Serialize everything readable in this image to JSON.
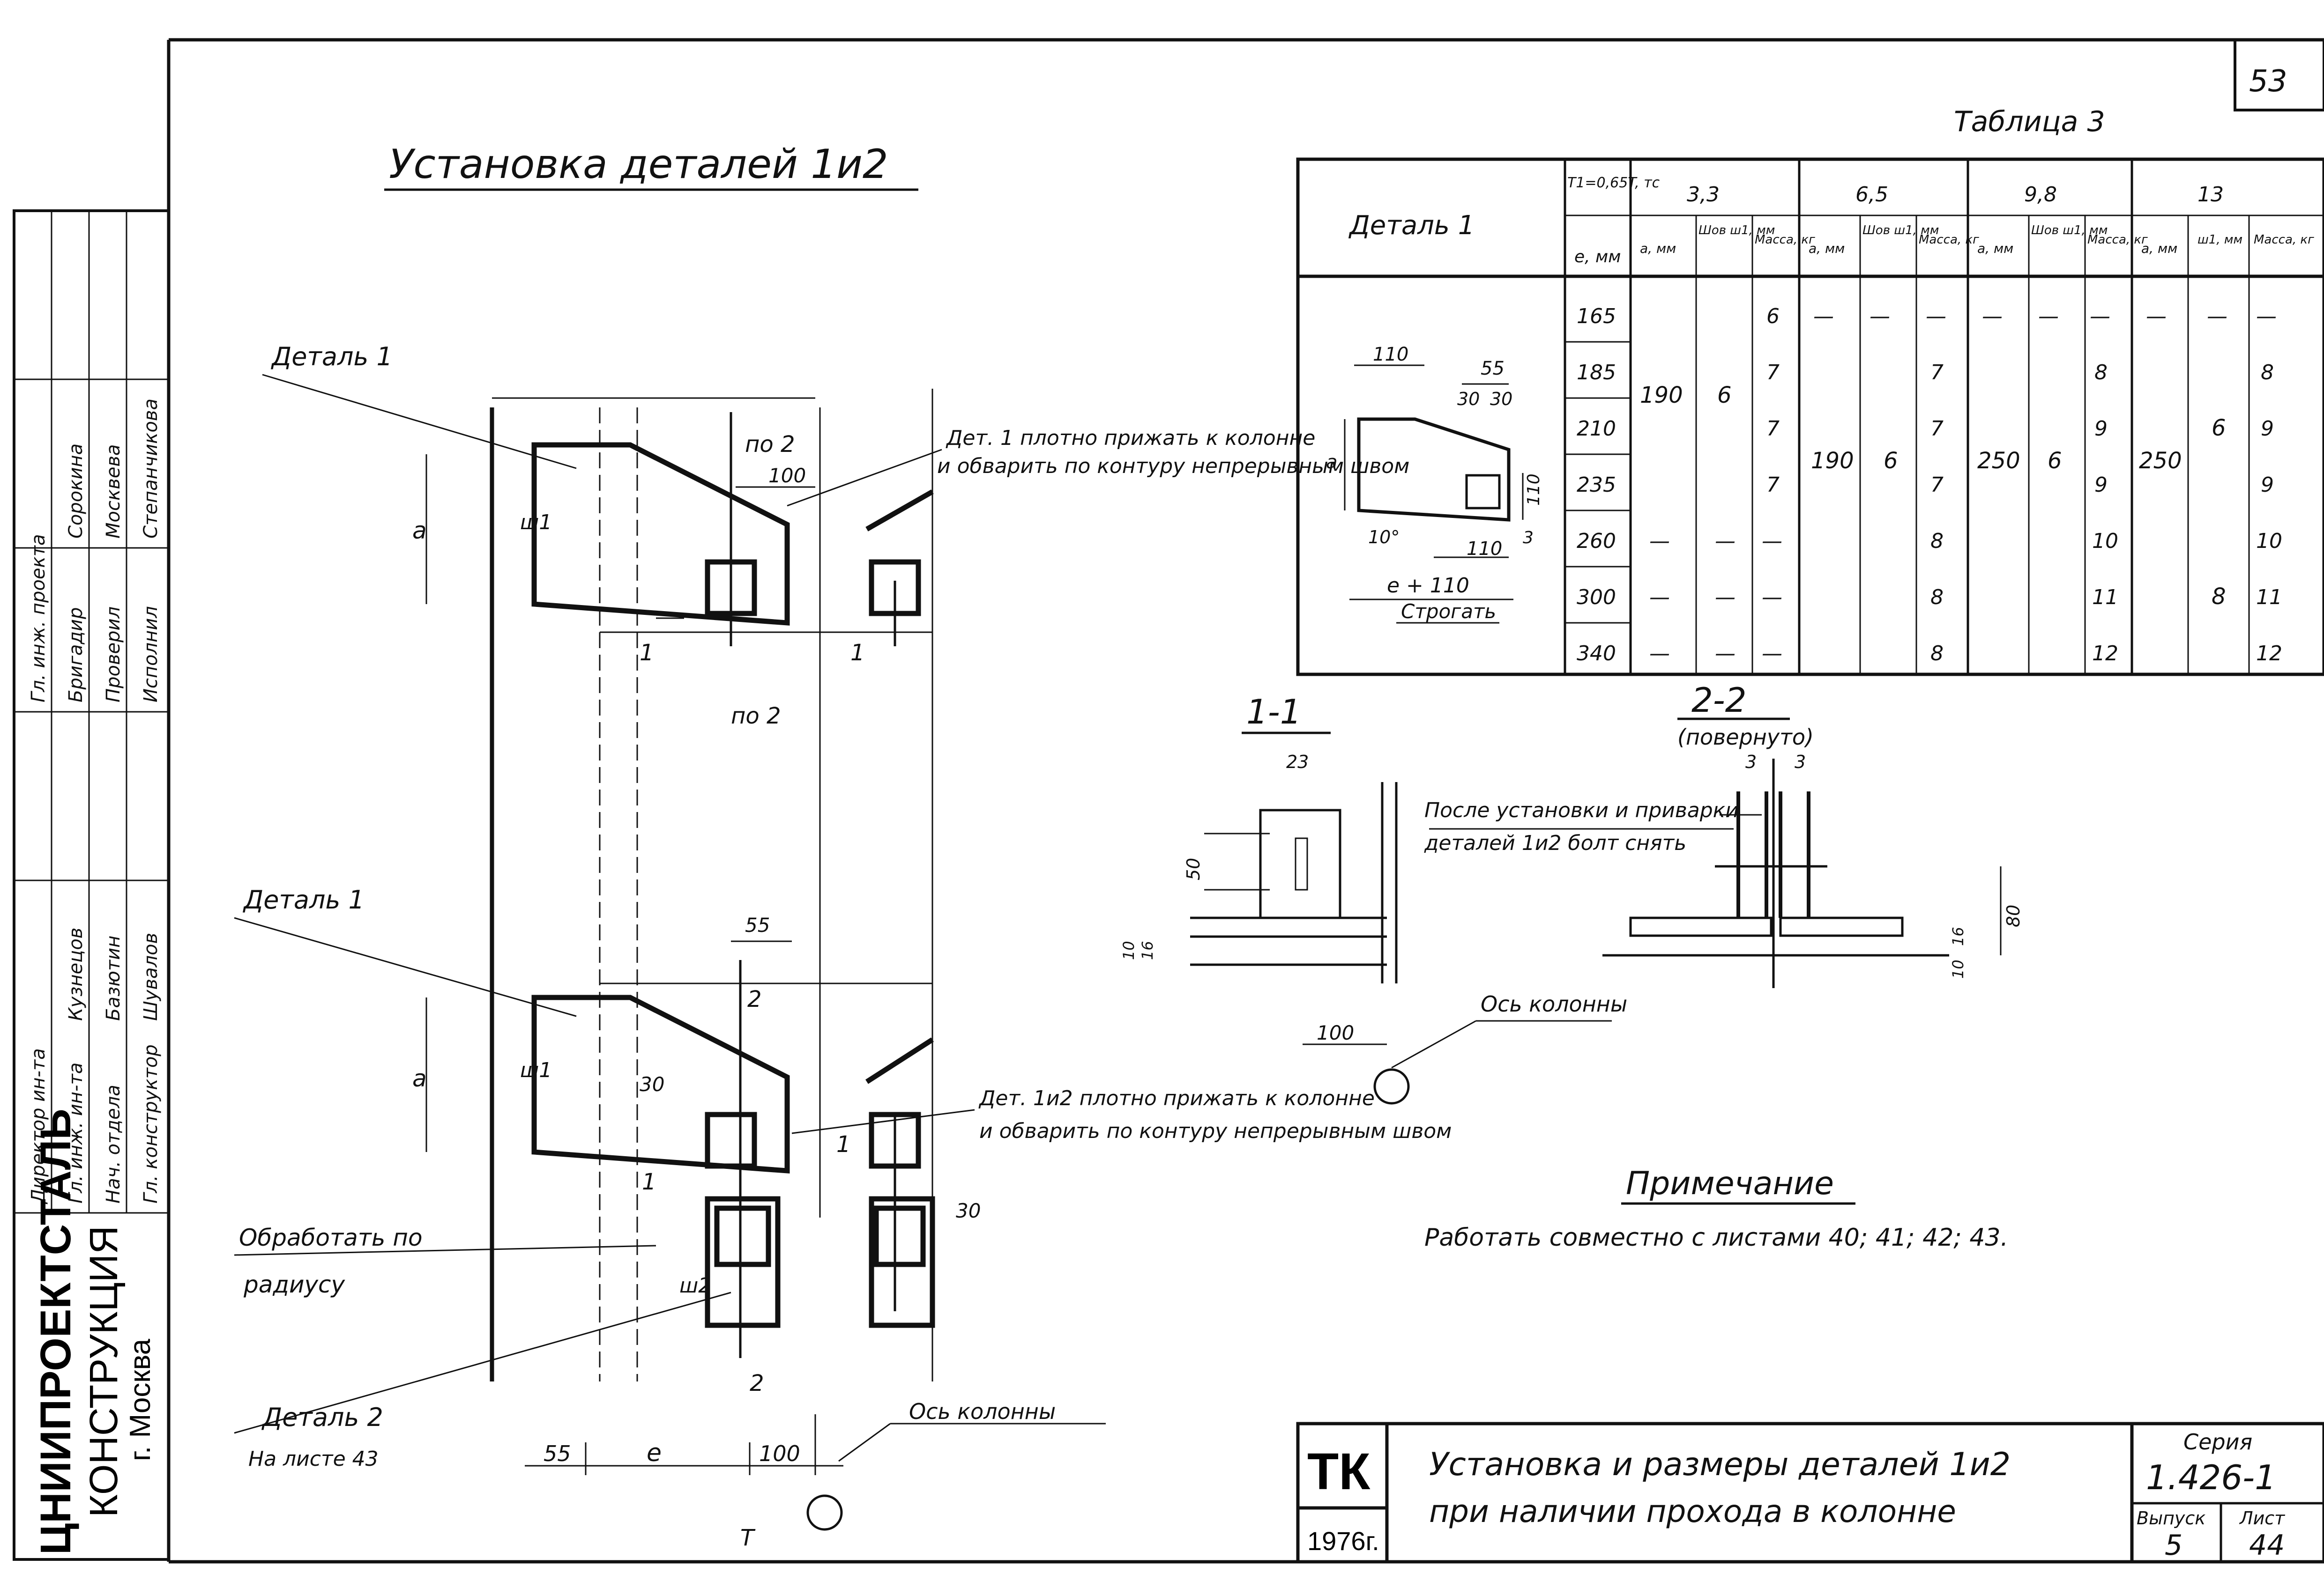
{
  "sheet": {
    "page_number": "53",
    "main_title": "Установка деталей 1и2",
    "table_caption": "Таблица 3"
  },
  "side_stamp": {
    "roles": [
      "Директор ин-та",
      "Гл. инж. ин-та",
      "Нач. отдела",
      "Гл. конструктор",
      "Гл. инж. проекта",
      "Бригадир",
      "Проверил",
      "Исполнил"
    ],
    "names": [
      "Кузнецов",
      "Базютин",
      "Шувалов",
      "Сорокина",
      "Москвева",
      "Степанчикова"
    ],
    "org_line1": "ЦНИИПРОЕКТСТАЛЬ",
    "org_line2": "КОНСТРУКЦИЯ",
    "org_line3": "г. Москва"
  },
  "drawing": {
    "label_detail1_top": "Деталь 1",
    "label_detail1_bottom": "Деталь 1",
    "label_detail2": "Деталь 2",
    "label_detail2_ref": "На листе 43",
    "section_po2_top": "по 2",
    "section_po2_bottom": "по 2",
    "note_press_1": "Дет. 1 плотно прижать к колонне",
    "note_weld_1": "и обварить по контуру непрерывным швом",
    "note_press_12": "Дет. 1и2 плотно прижать к колонне",
    "note_weld_12": "и обварить по контуру непрерывным швом",
    "note_radius_1": "Обработать по",
    "note_radius_2": "радиусу",
    "axis_label_bottom": "Ось колонны",
    "dim_a": "а",
    "dim_w1": "ш1",
    "dim_w2": "ш2",
    "dim_100_top": "100",
    "dim_55_top": "55",
    "dim_30": "30",
    "dim_30_right": "30",
    "dim_55_bottom": "55",
    "dim_e": "е",
    "dim_100_bottom": "100",
    "mark_1a": "1",
    "mark_1b": "1",
    "mark_1c": "1",
    "mark_1d": "1",
    "mark_2a": "2",
    "mark_2b": "2",
    "mark_T": "T"
  },
  "detail_sketch": {
    "dim_110_top": "110",
    "dim_55": "55",
    "dim_30a": "30",
    "dim_30b": "30",
    "dim_a": "а",
    "dim_110_side": "110",
    "dim_10deg": "10°",
    "dim_110_bottom": "110",
    "dim_3": "3",
    "dim_e110": "е + 110",
    "label_plane": "Строгать"
  },
  "table3": {
    "header_detail": "Деталь 1",
    "header_load": "T1=0,65T, тс",
    "header_e": "е, мм",
    "load_groups": [
      "3,3",
      "6,5",
      "9,8",
      "13"
    ],
    "sub_headers": [
      "а, мм",
      "Шов ш1, мм",
      "Масса, кг"
    ],
    "sub_headers_last": [
      "а, мм",
      "ш1, мм",
      "Масса, кг"
    ],
    "e_values": [
      "165",
      "185",
      "210",
      "235",
      "260",
      "300",
      "340"
    ],
    "g33": {
      "a": "190",
      "w": "6",
      "mass": [
        "6",
        "7",
        "7",
        "7",
        "—",
        "—",
        "—"
      ],
      "dash_a": [
        "—",
        "—"
      ],
      "dash_w": [
        "—",
        "—"
      ]
    },
    "g65": {
      "a": "190",
      "w": "6",
      "mass": [
        "—",
        "7",
        "7",
        "7",
        "8",
        "8",
        "8"
      ],
      "top_a": "—",
      "top_w": "—"
    },
    "g98": {
      "a": "250",
      "w": "6",
      "mass": [
        "—",
        "8",
        "9",
        "9",
        "10",
        "11",
        "12"
      ],
      "top_a": "—",
      "top_w": "—"
    },
    "g13": {
      "a": "250",
      "w_a": "6",
      "w_b": "8",
      "mass": [
        "—",
        "8",
        "9",
        "9",
        "10",
        "11",
        "12"
      ],
      "top_a": "—",
      "top_w": "—"
    }
  },
  "section11": {
    "title": "1-1",
    "dim_23": "23",
    "dim_50": "50",
    "dim_10": "10",
    "dim_16": "16",
    "dim_100": "100",
    "axis_label": "Ось колонны"
  },
  "section22": {
    "title": "2-2",
    "subtitle": "(повернуто)",
    "dim_3a": "3",
    "dim_3b": "3",
    "note_1": "После установки и приварки",
    "note_2": "деталей 1и2 болт снять",
    "dim_80": "80",
    "dim_16": "16",
    "dim_10": "10"
  },
  "note": {
    "heading": "Примечание",
    "text": "Работать совместно с листами 40; 41; 42; 43."
  },
  "titleblock": {
    "tk": "ТК",
    "year": "1976г.",
    "title_line1": "Установка и размеры деталей 1и2",
    "title_line2": "при наличии прохода в колонне",
    "series_label": "Серия",
    "series_value": "1.426-1",
    "issue_label": "Выпуск",
    "issue_value": "5",
    "sheet_label": "Лист",
    "sheet_value": "44"
  }
}
